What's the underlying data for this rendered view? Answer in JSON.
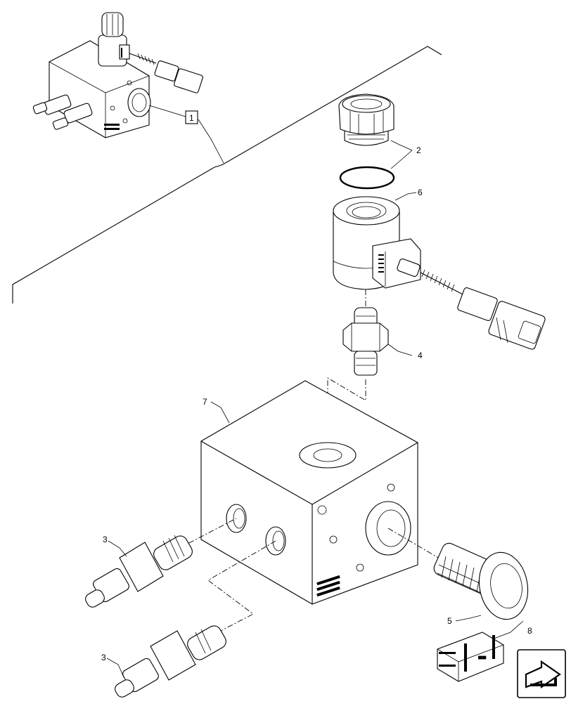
{
  "callouts": {
    "c1": "1",
    "c2": "2",
    "c3a": "3",
    "c3b": "3",
    "c4": "4",
    "c5": "5",
    "c6": "6",
    "c7": "7",
    "c8": "8"
  },
  "icons": {
    "nav": "next-page-arrow-icon",
    "kit": "parts-crate-icon"
  }
}
